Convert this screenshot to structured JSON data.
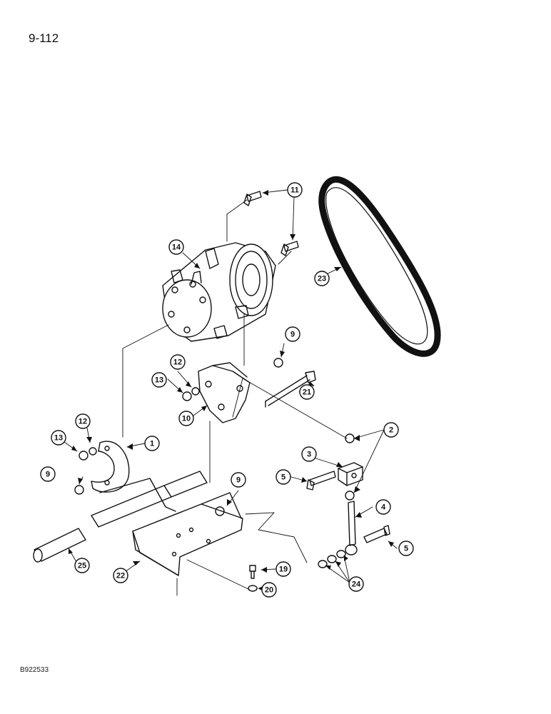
{
  "header": {
    "page_number": "9-112"
  },
  "footer": {
    "figure_code": "B922533"
  },
  "callouts": [
    {
      "id": "c1",
      "label": "1"
    },
    {
      "id": "c2",
      "label": "2"
    },
    {
      "id": "c3",
      "label": "3"
    },
    {
      "id": "c4",
      "label": "4"
    },
    {
      "id": "c5a",
      "label": "5"
    },
    {
      "id": "c5b",
      "label": "5"
    },
    {
      "id": "c9a",
      "label": "9"
    },
    {
      "id": "c9b",
      "label": "9"
    },
    {
      "id": "c9c",
      "label": "9"
    },
    {
      "id": "c10",
      "label": "10"
    },
    {
      "id": "c11",
      "label": "11"
    },
    {
      "id": "c12a",
      "label": "12"
    },
    {
      "id": "c12b",
      "label": "12"
    },
    {
      "id": "c13a",
      "label": "13"
    },
    {
      "id": "c13b",
      "label": "13"
    },
    {
      "id": "c14",
      "label": "14"
    },
    {
      "id": "c19",
      "label": "19"
    },
    {
      "id": "c20",
      "label": "20"
    },
    {
      "id": "c21",
      "label": "21"
    },
    {
      "id": "c22",
      "label": "22"
    },
    {
      "id": "c23",
      "label": "23"
    },
    {
      "id": "c24",
      "label": "24"
    },
    {
      "id": "c25",
      "label": "25"
    }
  ]
}
